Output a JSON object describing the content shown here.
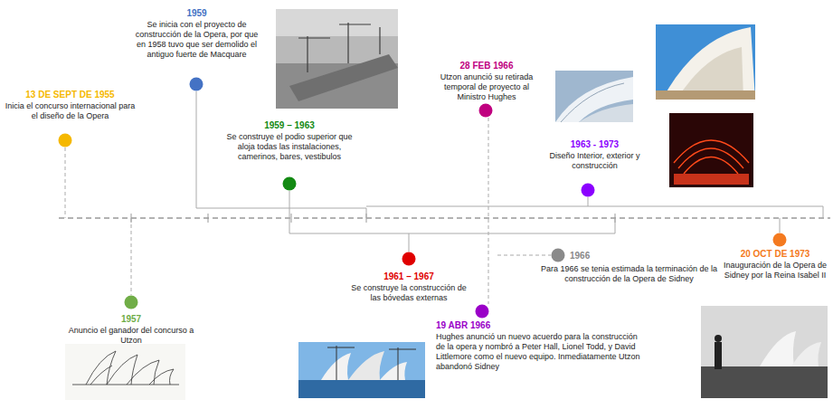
{
  "diagram": {
    "labels": [
      "13 DE SEPT DE 1955",
      "Inicia el concurso internacional para el diseño de la Opera",
      "1957",
      "Anuncio el ganador del concurso a Utzon",
      "1959",
      "Se inicia con el proyecto de construcción de la Opera, por que en 1958 tuvo que ser demolido el antiguo fuerte de Macquare",
      "1959 – 1963",
      "Se construye el podio superior que aloja todas las instalaciones, camerinos, bares, vestibulos",
      "1961 – 1967",
      "Se construye la construcción de las bóvedas externas",
      "28 FEB 1966",
      "Utzon anunció su retirada temporal de proyecto al Ministro Hughes",
      "19 ABR 1966",
      "Hughes anunció un nuevo acuerdo para la construcción de la opera y nombró a Peter Hall, Lionel Todd, y David Littlemore como el nuevo equipo. Inmediatamente Utzon abandonó Sidney",
      "1963 - 1973",
      "Diseño Interior, exterior y construcción",
      "1966",
      "Para 1966 se tenia estimada la terminación de la construcción de la Opera de Sidney",
      "20 OCT DE 1973",
      "Inauguración de la Opera de Sidney por la Reina Isabel II"
    ]
  }
}
